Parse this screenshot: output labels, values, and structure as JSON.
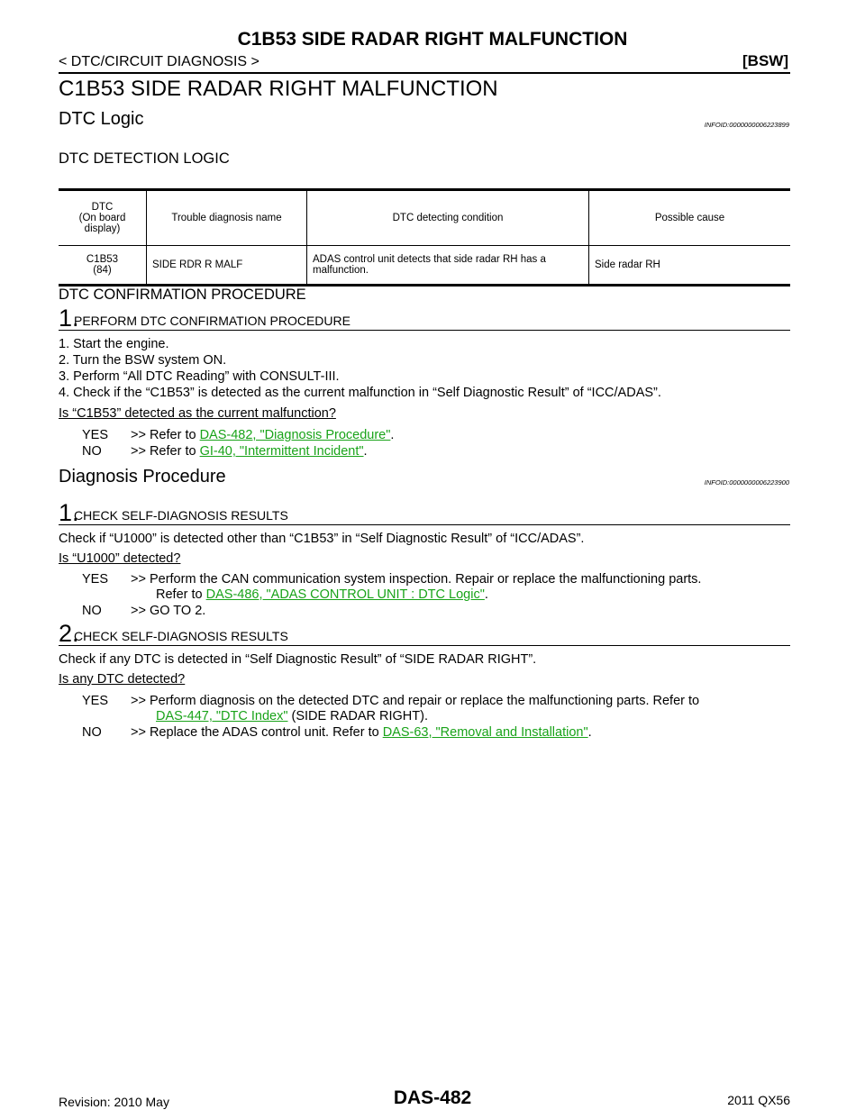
{
  "header": {
    "title": "C1B53 SIDE RADAR RIGHT MALFUNCTION",
    "breadcrumb": "< DTC/CIRCUIT DIAGNOSIS >",
    "system": "[BSW]"
  },
  "main_title": "C1B53 SIDE RADAR RIGHT MALFUNCTION",
  "dtc_logic": {
    "heading": "DTC Logic",
    "infoid": "INFOID:0000000006223899",
    "subheading": "DTC DETECTION LOGIC",
    "table": {
      "headers": [
        "DTC\n(On board\ndisplay)",
        "Trouble diagnosis name",
        "DTC detecting condition",
        "Possible cause"
      ],
      "row": {
        "code": "C1B53\n(84)",
        "name": "SIDE RDR R MALF",
        "condition": "ADAS control unit detects that side radar RH has a malfunction.",
        "cause": "Side radar RH"
      }
    }
  },
  "confirmation": {
    "heading": "DTC CONFIRMATION PROCEDURE",
    "step_num": "1.",
    "step_label": "PERFORM DTC CONFIRMATION PROCEDURE",
    "lines": [
      "1. Start the engine.",
      "2. Turn the BSW system ON.",
      "3. Perform “All DTC Reading” with CONSULT-III.",
      "4. Check if the “C1B53” is detected as the current malfunction in “Self Diagnostic Result” of “ICC/ADAS”."
    ],
    "question": "Is “C1B53” detected as the current malfunction?",
    "yes_label": "YES",
    "yes_prefix": ">> Refer to",
    "yes_link": "DAS-482, \"Diagnosis Procedure\"",
    "no_label": "NO",
    "no_prefix": ">> Refer to",
    "no_link": "GI-40, \"Intermittent Incident\""
  },
  "diagnosis": {
    "heading": "Diagnosis Procedure",
    "infoid": "INFOID:0000000006223900",
    "step1": {
      "num": "1.",
      "label": "CHECK SELF-DIAGNOSIS RESULTS",
      "text": "Check if “U1000” is detected other than “C1B53” in “Self Diagnostic Result” of “ICC/ADAS”.",
      "question": "Is “U1000” detected?",
      "yes_label": "YES",
      "yes_text": ">> Perform the CAN communication system inspection. Repair or replace the malfunctioning parts.",
      "yes_refer": "Refer to",
      "yes_link": "DAS-486, \"ADAS CONTROL UNIT : DTC Logic\"",
      "no_label": "NO",
      "no_text": ">> GO TO 2."
    },
    "step2": {
      "num": "2.",
      "label": "CHECK SELF-DIAGNOSIS RESULTS",
      "text": "Check if any DTC is detected in “Self Diagnostic Result” of “SIDE RADAR RIGHT”.",
      "question": "Is any DTC detected?",
      "yes_label": "YES",
      "yes_text": ">> Perform diagnosis on the detected DTC and repair or replace the malfunctioning parts. Refer to",
      "yes_link": "DAS-447, \"DTC Index\"",
      "yes_suffix": "(SIDE RADAR RIGHT).",
      "no_label": "NO",
      "no_text": ">> Replace the ADAS control unit. Refer to",
      "no_link": "DAS-63, \"Removal and Installation\""
    }
  },
  "footer": {
    "page": "DAS-482",
    "revision": "Revision: 2010 May",
    "model": "2011 QX56"
  }
}
